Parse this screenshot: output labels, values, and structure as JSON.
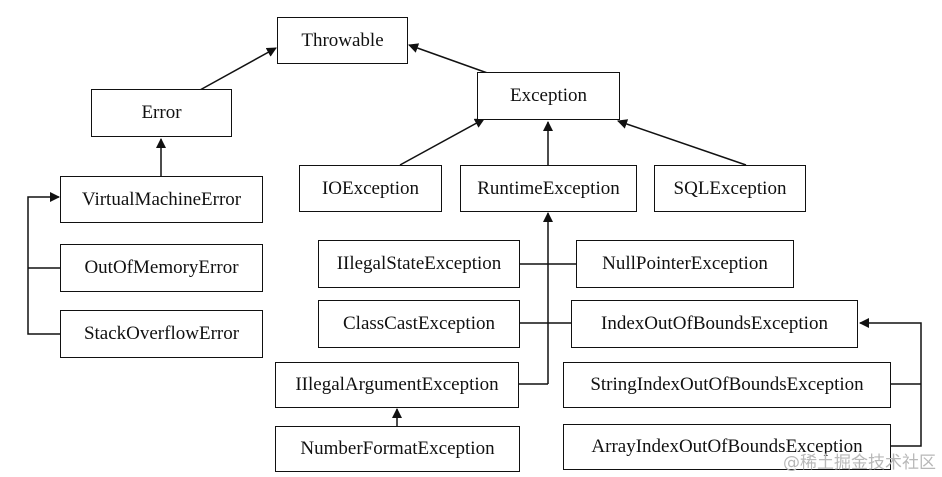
{
  "diagram": {
    "nodes": {
      "throwable": "Throwable",
      "error": "Error",
      "exception": "Exception",
      "virtual_machine_error": "VirtualMachineError",
      "out_of_memory_error": "OutOfMemoryError",
      "stack_overflow_error": "StackOverflowError",
      "io_exception": "IOException",
      "runtime_exception": "RuntimeException",
      "sql_exception": "SQLException",
      "illegal_state_exception": "IIlegalStateException",
      "null_pointer_exception": "NullPointerException",
      "class_cast_exception": "ClassCastException",
      "index_out_of_bounds_exception": "IndexOutOfBoundsException",
      "illegal_argument_exception": "IIlegalArgumentException",
      "string_index_out_of_bounds_exception": "StringIndexOutOfBoundsException",
      "number_format_exception": "NumberFormatException",
      "array_index_out_of_bounds_exception": "ArrayIndexOutOfBoundsException"
    },
    "edges": [
      {
        "from": "error",
        "to": "throwable"
      },
      {
        "from": "exception",
        "to": "throwable"
      },
      {
        "from": "virtual_machine_error",
        "to": "error"
      },
      {
        "from": "out_of_memory_error",
        "to": "virtual_machine_error"
      },
      {
        "from": "stack_overflow_error",
        "to": "virtual_machine_error"
      },
      {
        "from": "io_exception",
        "to": "exception"
      },
      {
        "from": "runtime_exception",
        "to": "exception"
      },
      {
        "from": "sql_exception",
        "to": "exception"
      },
      {
        "from": "illegal_state_exception",
        "to": "runtime_exception"
      },
      {
        "from": "null_pointer_exception",
        "to": "runtime_exception"
      },
      {
        "from": "class_cast_exception",
        "to": "runtime_exception"
      },
      {
        "from": "index_out_of_bounds_exception",
        "to": "runtime_exception"
      },
      {
        "from": "illegal_argument_exception",
        "to": "runtime_exception"
      },
      {
        "from": "number_format_exception",
        "to": "illegal_argument_exception"
      },
      {
        "from": "string_index_out_of_bounds_exception",
        "to": "index_out_of_bounds_exception"
      },
      {
        "from": "array_index_out_of_bounds_exception",
        "to": "index_out_of_bounds_exception"
      }
    ]
  },
  "watermark": "@稀土掘金技术社区",
  "colors": {
    "stroke": "#111111",
    "background": "#ffffff",
    "watermark": "#b8b8b8"
  }
}
